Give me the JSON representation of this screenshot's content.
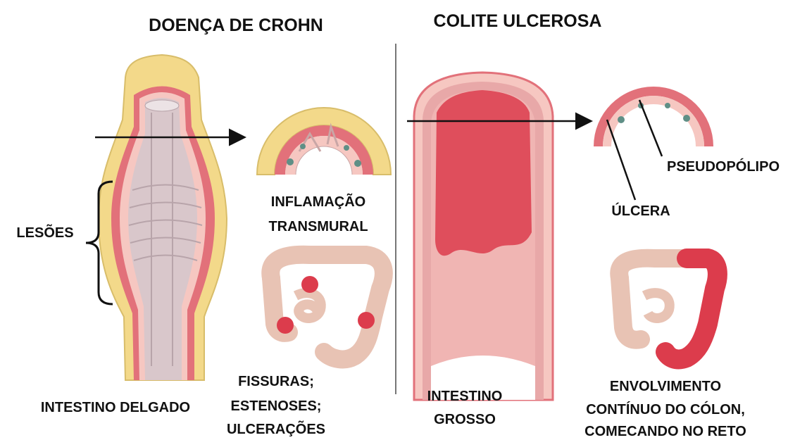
{
  "crohn": {
    "title": "DOENÇA DE CROHN",
    "lesions": "LESÕES",
    "transmural_1": "INFLAMAÇÃO",
    "transmural_2": "TRANSMURAL",
    "small_intestine": "INTESTINO DELGADO",
    "findings_1": "FISSURAS;",
    "findings_2": "ESTENOSES;",
    "findings_3": "ULCERAÇÕES"
  },
  "colitis": {
    "title": "COLITE ULCEROSA",
    "pseudopolyp": "PSEUDOPÓLIPO",
    "ulcer": "ÚLCERA",
    "large_intestine_1": "INTESTINO",
    "large_intestine_2": "GROSSO",
    "involvement_1": "ENVOLVIMENTO",
    "involvement_2": "CONTÍNUO DO CÓLON,",
    "involvement_3": "COMECANDO NO RETO"
  },
  "colors": {
    "fat": "#f3d98a",
    "wall_red": "#e2717a",
    "wall_pink": "#f6c7c1",
    "mucosa": "#d9c7cb",
    "inflamed": "#dc3c4c",
    "colon": "#f4d5c8",
    "text": "#111111"
  }
}
